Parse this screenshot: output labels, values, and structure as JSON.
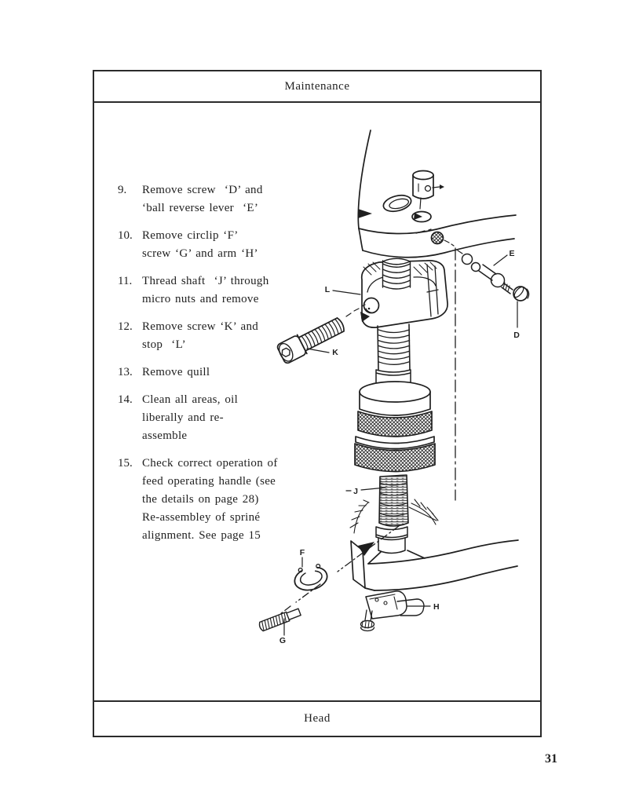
{
  "page": {
    "header": "Maintenance",
    "footer": "Head",
    "page_number": "31"
  },
  "steps": [
    {
      "num": "9.",
      "lines": [
        "Remove screw  ‘D’ and",
        "‘ball reverse lever  ‘E’"
      ]
    },
    {
      "num": "10.",
      "lines": [
        "Remove circlip ‘F’",
        "screw ‘G’ and arm ‘H’"
      ]
    },
    {
      "num": "11.",
      "lines": [
        "Thread shaft  ‘J’ through",
        "micro nuts and remove"
      ]
    },
    {
      "num": "12.",
      "lines": [
        "Remove screw ‘K’ and",
        "stop  ‘L’"
      ]
    },
    {
      "num": "13.",
      "lines": [
        "Remove quill"
      ]
    },
    {
      "num": "14.",
      "lines": [
        "Clean all areas, oil",
        "liberally and re-",
        "assemble"
      ]
    },
    {
      "num": "15.",
      "lines": [
        "Check correct operation of",
        "feed operating handle (see",
        "the details on page 28)",
        "Re-assembley of spriné",
        "alignment. See page 15"
      ]
    }
  ],
  "diagram": {
    "labels": {
      "d": "D",
      "e": "E",
      "f": "F",
      "g": "G",
      "h": "H",
      "j": "J",
      "k": "K",
      "l": "L"
    }
  },
  "colors": {
    "ink": "#1f1f1f",
    "paper": "#ffffff"
  }
}
